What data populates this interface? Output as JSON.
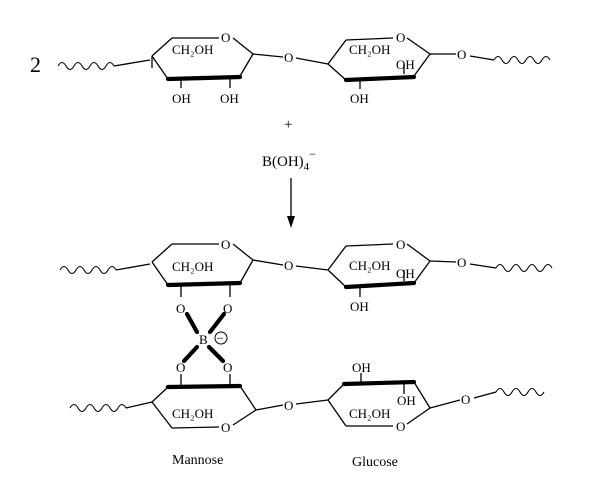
{
  "diagram": {
    "stoichiometry": "2",
    "ring_labels": {
      "ring_oxygen": "O",
      "glycosidic_oxygen": "O",
      "hydroxymethyl": "CH₂OH",
      "hydroxyl": "OH",
      "borate_oxygen": "O",
      "boron": "B",
      "charge_symbol": "−"
    },
    "plus_sign": "+",
    "reagent": {
      "base": "B(OH)",
      "subscript": "4",
      "superscript": "−"
    },
    "captions": {
      "mannose": "Mannose",
      "glucose": "Glucose"
    }
  }
}
